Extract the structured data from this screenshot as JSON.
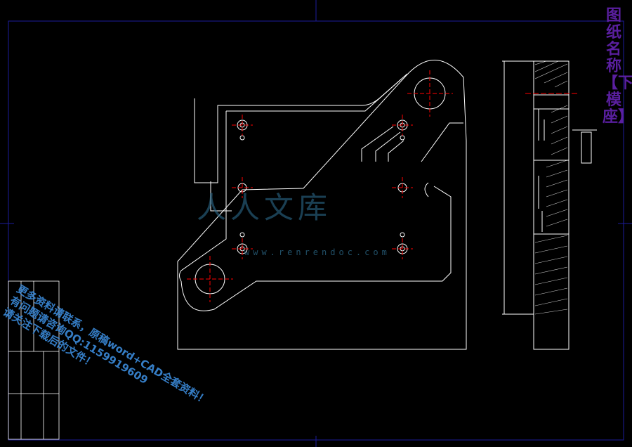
{
  "drawing": {
    "side_title": "图纸名称【下模座】",
    "watermark": {
      "logo_text": "人人文库",
      "url": "www.renrendoc.com"
    },
    "promo": [
      "更多资料请联系，原稿word+CAD全套资料！",
      "有问题请咨询QQ:1159919609",
      "请关注下载后的文件！"
    ],
    "colors": {
      "background": "#000000",
      "frame": "#1c1c9c",
      "outline": "#ffffff",
      "centerline": "#ff0000",
      "title_side": "#5a1fa0",
      "watermark": "#2c6a8a",
      "promo": "#3a88d6"
    }
  }
}
